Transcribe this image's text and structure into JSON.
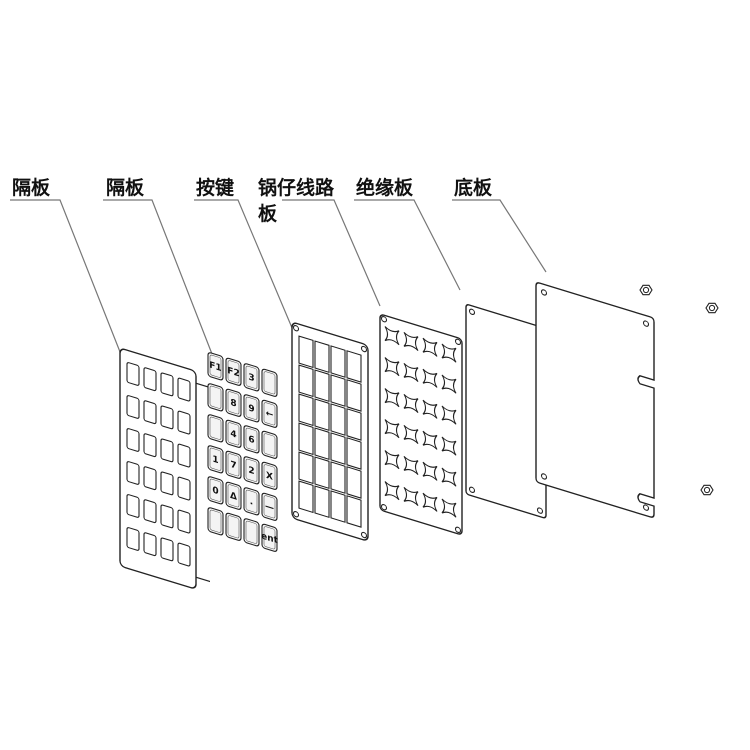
{
  "labels": {
    "spacer_left": "隔板",
    "spacer_right": "隔板",
    "keys": "按键",
    "dome_pcb_line1": "锅仔线路",
    "dome_pcb_line2": "板",
    "insulating_board": "绝缘板",
    "base_plate": "底板"
  },
  "keypad": {
    "rows": 6,
    "cols": 4,
    "key_labels": [
      "F1",
      "F2",
      "3",
      "",
      "",
      "8",
      "9",
      "←",
      "",
      "4",
      "6",
      "",
      "1",
      "7",
      "2",
      "X",
      "0",
      "Δ",
      ".",
      "—",
      "",
      "",
      "",
      "ent"
    ]
  }
}
